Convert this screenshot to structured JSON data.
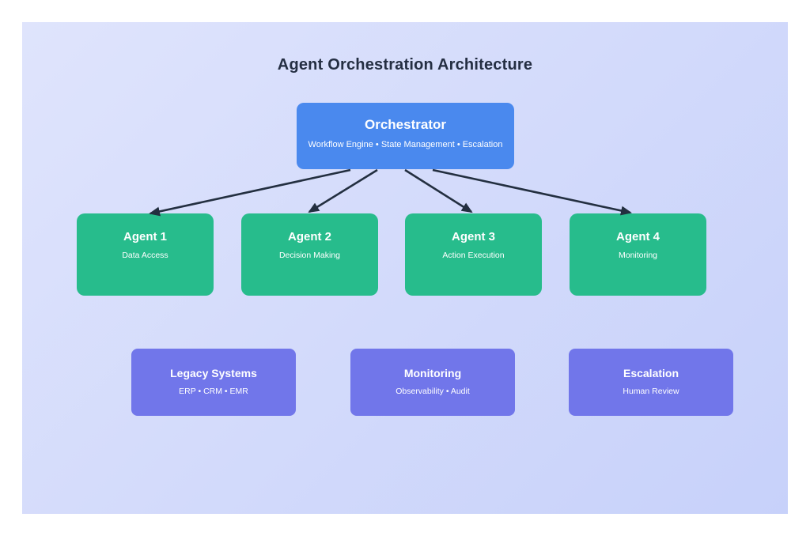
{
  "title": "Agent Orchestration Architecture",
  "orchestrator": {
    "title": "Orchestrator",
    "subtitle": "Workflow Engine • State Management • Escalation"
  },
  "agents": [
    {
      "title": "Agent 1",
      "subtitle": "Data Access"
    },
    {
      "title": "Agent 2",
      "subtitle": "Decision Making"
    },
    {
      "title": "Agent 3",
      "subtitle": "Action Execution"
    },
    {
      "title": "Agent 4",
      "subtitle": "Monitoring"
    }
  ],
  "support_nodes": [
    {
      "title": "Legacy Systems",
      "subtitle": "ERP • CRM • EMR"
    },
    {
      "title": "Monitoring",
      "subtitle": "Observability • Audit"
    },
    {
      "title": "Escalation",
      "subtitle": "Human Review"
    }
  ],
  "edges": [
    {
      "from": "Orchestrator",
      "to": "Agent 1"
    },
    {
      "from": "Orchestrator",
      "to": "Agent 2"
    },
    {
      "from": "Orchestrator",
      "to": "Agent 3"
    },
    {
      "from": "Orchestrator",
      "to": "Agent 4"
    }
  ],
  "colors": {
    "canvas-start": "#dfe4fc",
    "canvas-end": "#c7d1fa",
    "orchestrator-fill": "#4a89ee",
    "agent-fill": "#27bc8c",
    "support-fill": "#7176ea",
    "arrow": "#232f40",
    "title-text": "#242e42",
    "node-text": "#ffffff"
  }
}
